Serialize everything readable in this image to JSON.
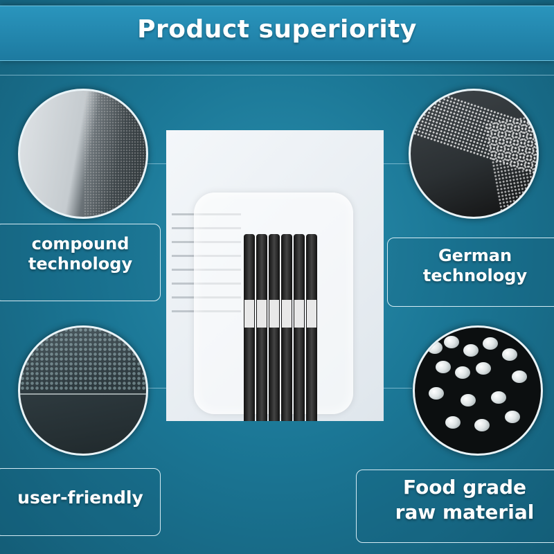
{
  "title": "Product superiority",
  "features": [
    {
      "id": "compound",
      "line1": "compound",
      "line2": "technology"
    },
    {
      "id": "german",
      "line1": "German",
      "line2": "technology"
    },
    {
      "id": "user",
      "line1": "user-friendly",
      "line2": ""
    },
    {
      "id": "food",
      "line1": "Food grade",
      "line2": "raw material"
    }
  ],
  "icons": {
    "film-smooth": "film-texture-image",
    "film-mesh": "mesh-texture-image",
    "film-edge": "embossed-edge-image",
    "pellets": "plastic-pellets-image",
    "product": "vacuum-bag-with-pens-image"
  },
  "colors": {
    "background": "#1b7796",
    "title_bar": "#2a95bd",
    "text": "#ffffff"
  }
}
